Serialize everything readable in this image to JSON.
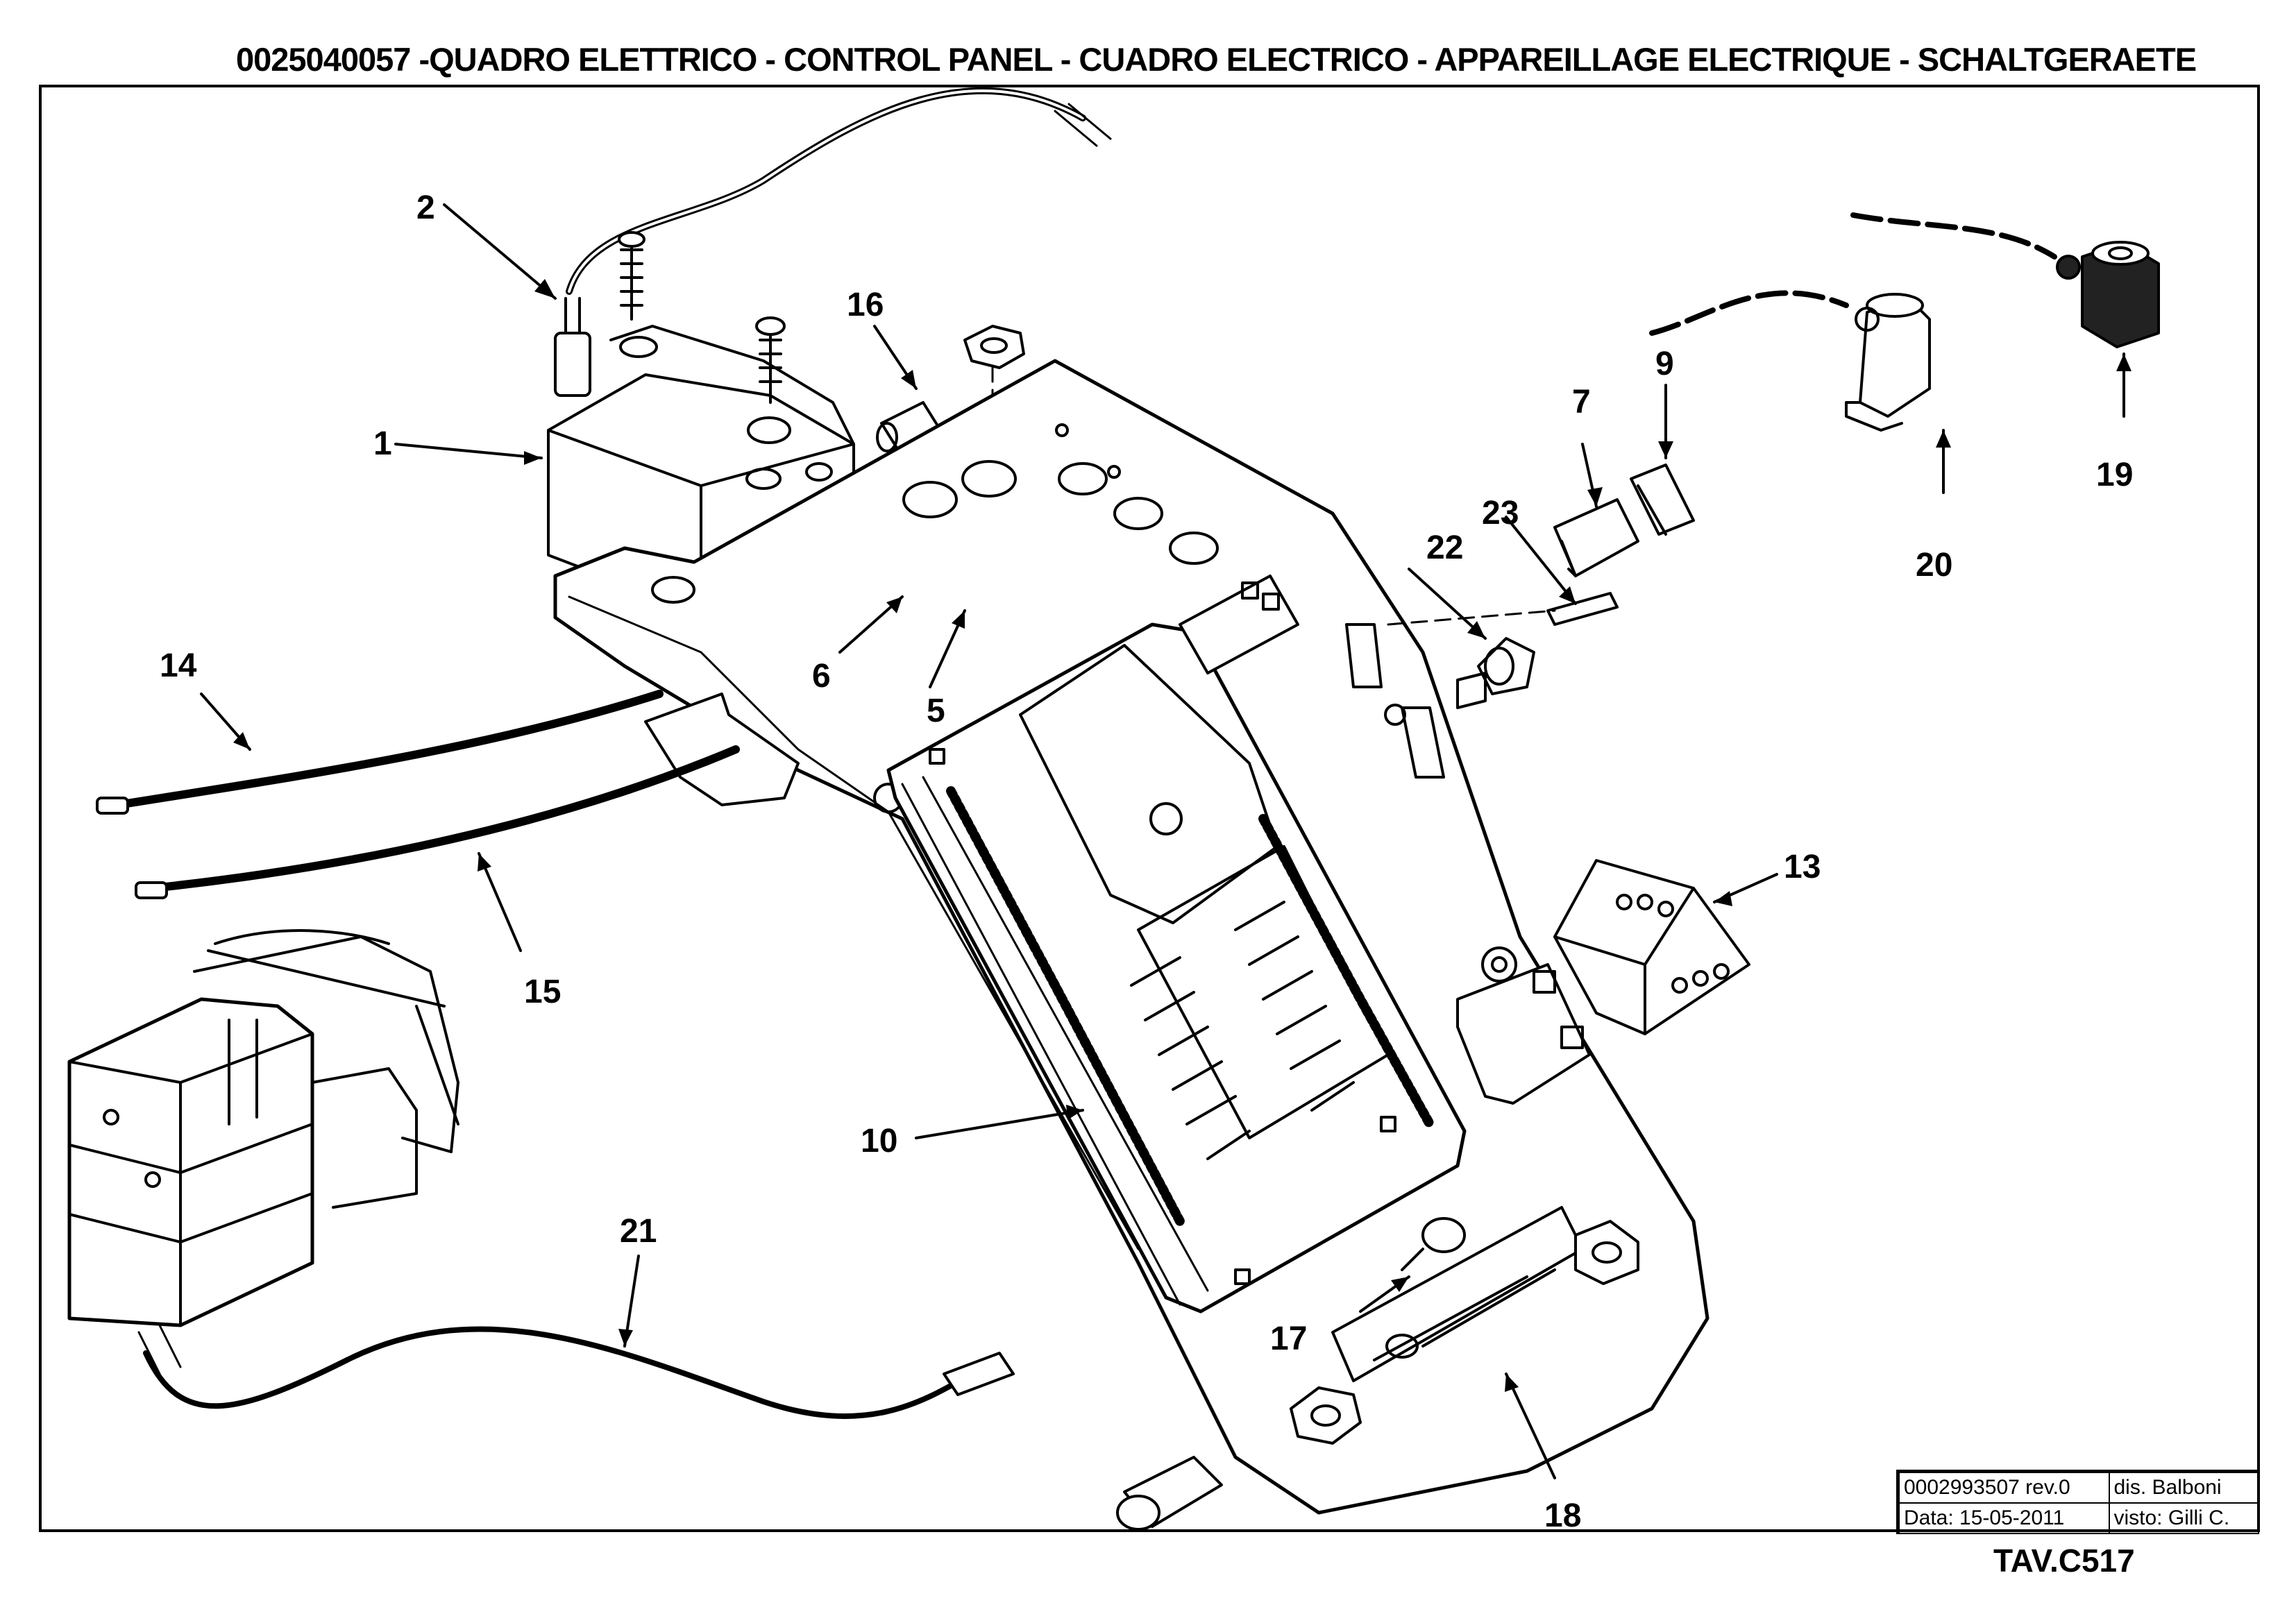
{
  "title": "0025040057 -QUADRO ELETTRICO - CONTROL PANEL - CUADRO ELECTRICO - APPAREILLAGE ELECTRIQUE - SCHALTGERAETE",
  "callouts": {
    "c1": "1",
    "c2": "2",
    "c5": "5",
    "c6": "6",
    "c7": "7",
    "c9": "9",
    "c10": "10",
    "c13": "13",
    "c14": "14",
    "c15": "15",
    "c16": "16",
    "c17": "17",
    "c18": "18",
    "c19": "19",
    "c20": "20",
    "c21": "21",
    "c22": "22",
    "c23": "23"
  },
  "title_block": {
    "drawing_number": "0002993507 rev.0",
    "drawn_by": "dis. Balboni",
    "date": "Data: 15-05-2011",
    "checked_by": "visto: Gilli C."
  },
  "plate_ref": "TAV.C517"
}
